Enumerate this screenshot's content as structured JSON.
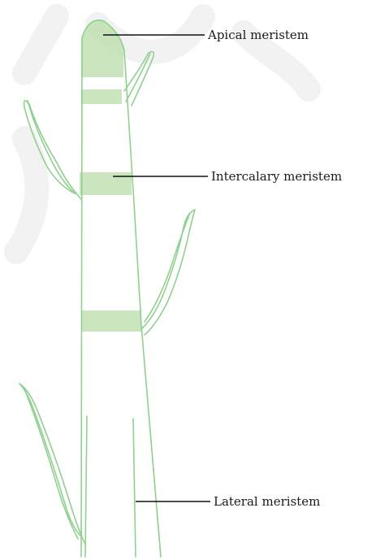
{
  "labels": {
    "apical": "Apical meristem",
    "intercalary": "Intercalary meristem",
    "lateral": "Lateral meristem"
  },
  "colors": {
    "stem_outline": "#8fd08f",
    "meristem_band": "#b9dca9",
    "leader_line": "#111111"
  }
}
